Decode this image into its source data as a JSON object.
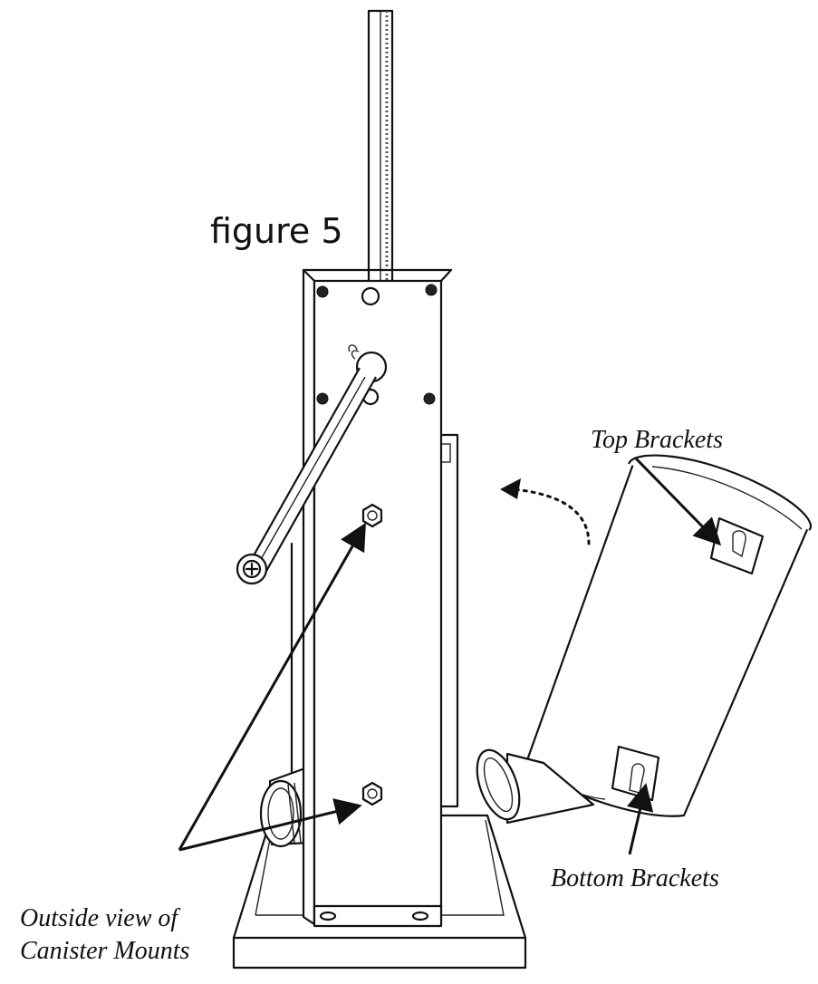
{
  "figure": {
    "title": "figure 5",
    "labels": {
      "top_brackets": "Top Brackets",
      "bottom_brackets": "Bottom Brackets",
      "canister_mounts_line1": "Outside view of",
      "canister_mounts_line2": "Canister Mounts"
    },
    "stroke_color": "#111111",
    "background": "#ffffff"
  }
}
